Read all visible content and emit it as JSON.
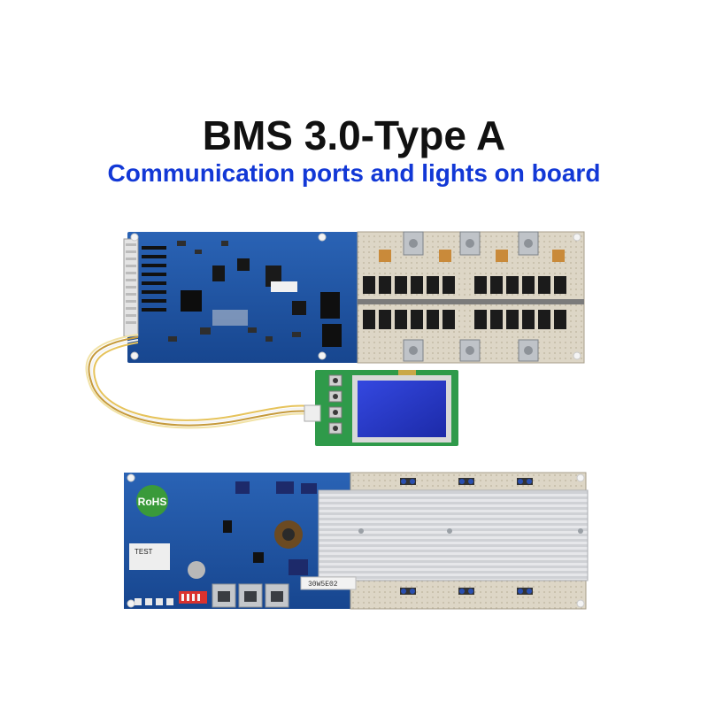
{
  "title": "BMS 3.0-Type A",
  "subtitle": "Communication ports and lights on board",
  "board_labels": {
    "rohs": "RoHS",
    "test": "TEST",
    "sticker": "30W5E02"
  },
  "colors": {
    "title": "#111111",
    "subtitle": "#1238d6",
    "pcb_blue": "#1f57a8",
    "pcb_dark": "#173f7e",
    "display_blue": "#2536c8",
    "display_pcb_green": "#2f9a4a",
    "heatsink": "#dcdde0",
    "copper_pad": "#d9d2c2"
  }
}
